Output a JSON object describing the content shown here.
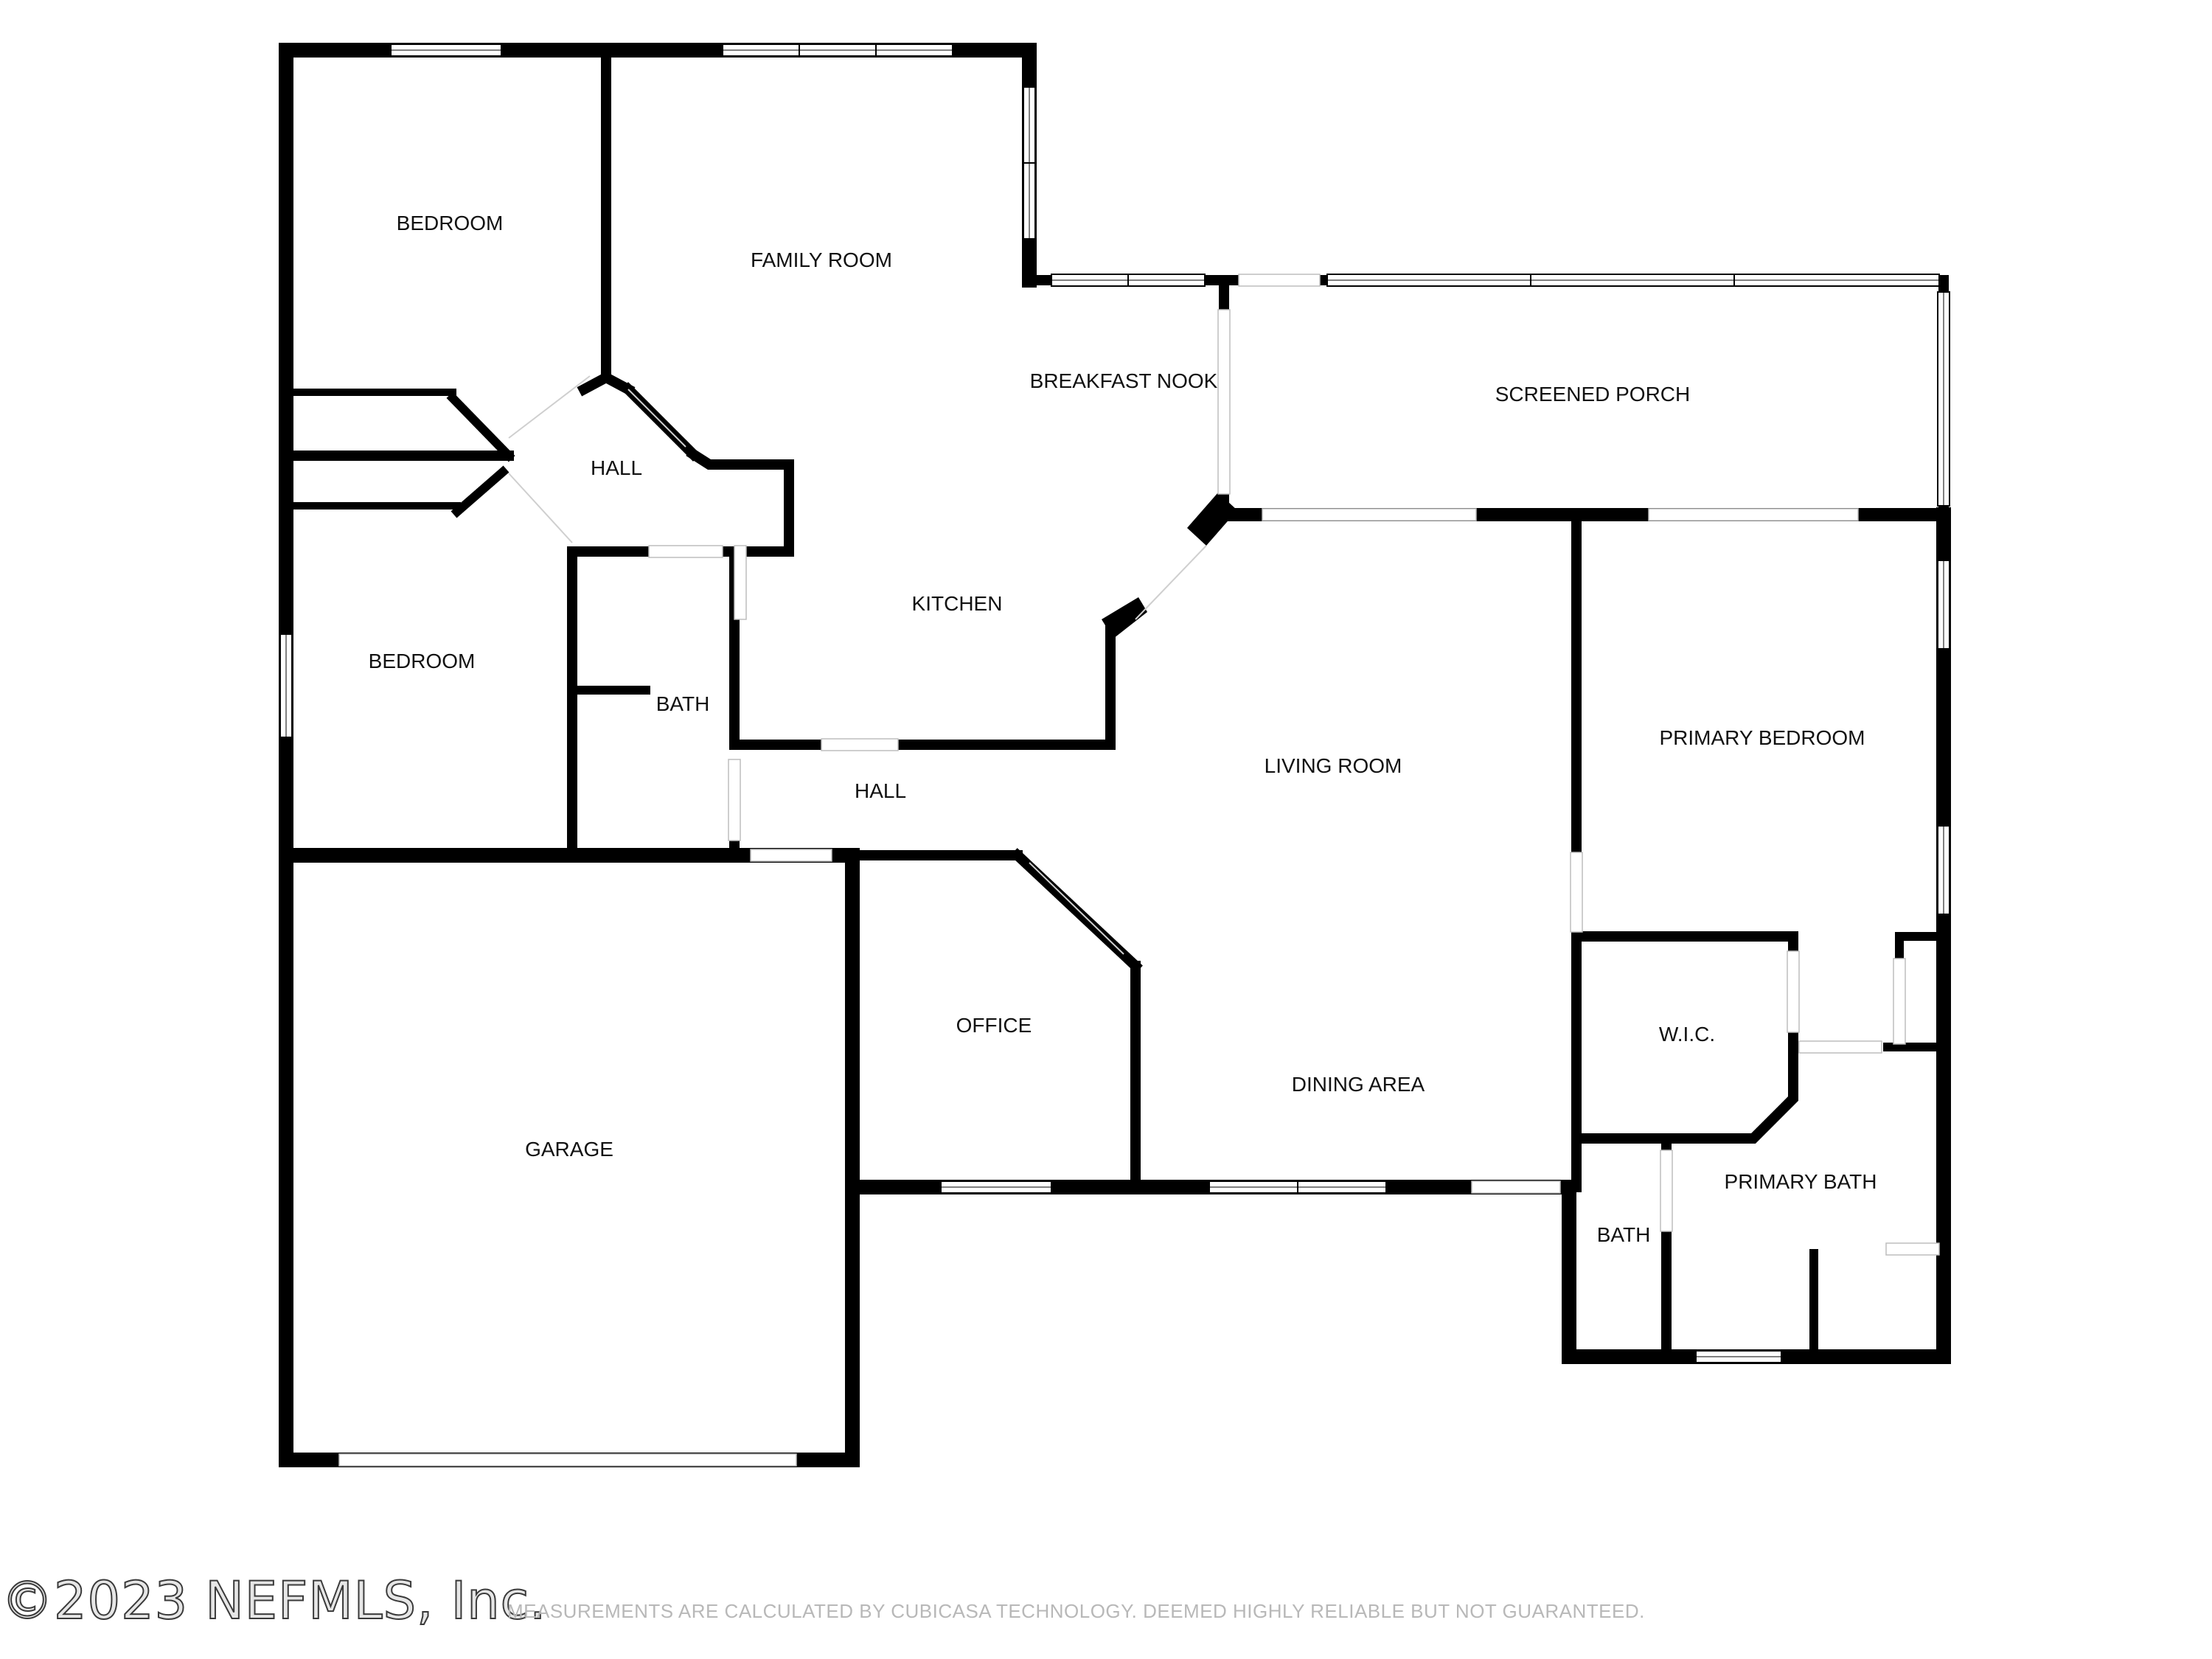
{
  "rooms": {
    "bedroom_1": "BEDROOM",
    "family_room": "FAMILY ROOM",
    "breakfast_nook": "BREAKFAST NOOK",
    "screened_porch": "SCREENED PORCH",
    "hall_1": "HALL",
    "kitchen": "KITCHEN",
    "bedroom_2": "BEDROOM",
    "bath_1": "BATH",
    "hall_2": "HALL",
    "living_room": "LIVING ROOM",
    "primary_bedroom": "PRIMARY BEDROOM",
    "wic": "W.I.C.",
    "office": "OFFICE",
    "dining_area": "DINING AREA",
    "garage": "GARAGE",
    "primary_bath": "PRIMARY BATH",
    "bath_2": "BATH"
  },
  "footer": {
    "copyright": "©2023 NEFMLS, Inc.",
    "disclaimer": "MEASUREMENTS ARE CALCULATED BY CUBICASA TECHNOLOGY. DEEMED HIGHLY RELIABLE BUT NOT GUARANTEED."
  },
  "colors": {
    "wall": "#000000",
    "background": "#ffffff",
    "text": "#111111"
  }
}
